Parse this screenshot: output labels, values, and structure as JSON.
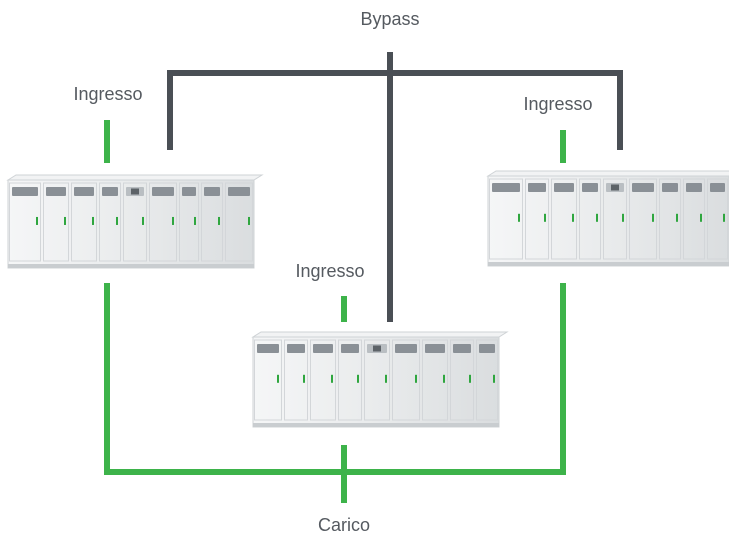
{
  "labels": {
    "bypass": "Bypass",
    "input_left": "Ingresso",
    "input_right": "Ingresso",
    "input_center": "Ingresso",
    "load": "Carico"
  },
  "colors": {
    "bypass_line": "#4a4f55",
    "input_line": "#3db34a",
    "cabinet_body": "#eaeced",
    "cabinet_edge": "#cfd3d6",
    "panel_dark": "#8a9096",
    "handle": "#2fa63f"
  }
}
